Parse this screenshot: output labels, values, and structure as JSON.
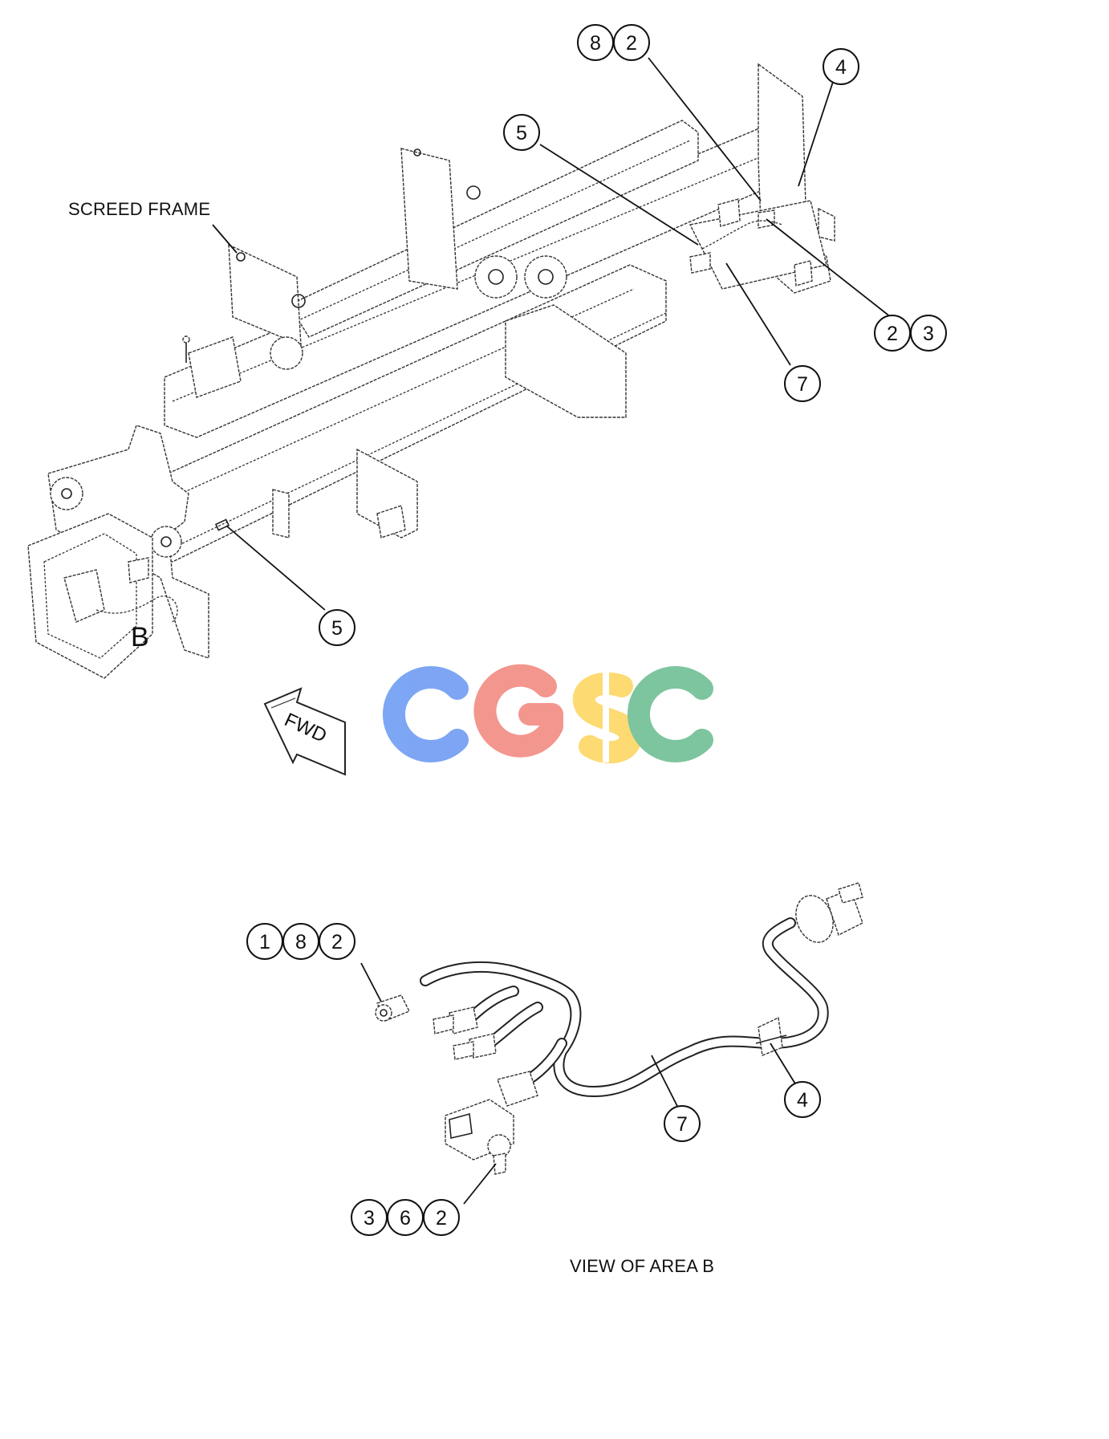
{
  "labels": {
    "screed_frame": "SCREED FRAME",
    "area_marker": "B",
    "fwd": "FWD",
    "view_caption": "VIEW OF AREA B"
  },
  "callouts": [
    {
      "id": "c-8-2-top",
      "numbers": [
        "8",
        "2"
      ]
    },
    {
      "id": "c-4-top",
      "numbers": [
        "4"
      ]
    },
    {
      "id": "c-5-top",
      "numbers": [
        "5"
      ]
    },
    {
      "id": "c-2-3",
      "numbers": [
        "2",
        "3"
      ]
    },
    {
      "id": "c-7-top",
      "numbers": [
        "7"
      ]
    },
    {
      "id": "c-5-bottom",
      "numbers": [
        "5"
      ]
    },
    {
      "id": "c-1-8-2",
      "numbers": [
        "1",
        "8",
        "2"
      ]
    },
    {
      "id": "c-4-bottom",
      "numbers": [
        "4"
      ]
    },
    {
      "id": "c-7-bottom",
      "numbers": [
        "7"
      ]
    },
    {
      "id": "c-3-6-2",
      "numbers": [
        "3",
        "6",
        "2"
      ]
    }
  ],
  "watermark": {
    "letters": [
      {
        "char": "C",
        "color": "#6f9cf3"
      },
      {
        "char": "G",
        "color": "#f28b82"
      },
      {
        "char": "S",
        "color": "#fdd663"
      },
      {
        "char": "C",
        "color": "#6fbf94"
      }
    ]
  }
}
